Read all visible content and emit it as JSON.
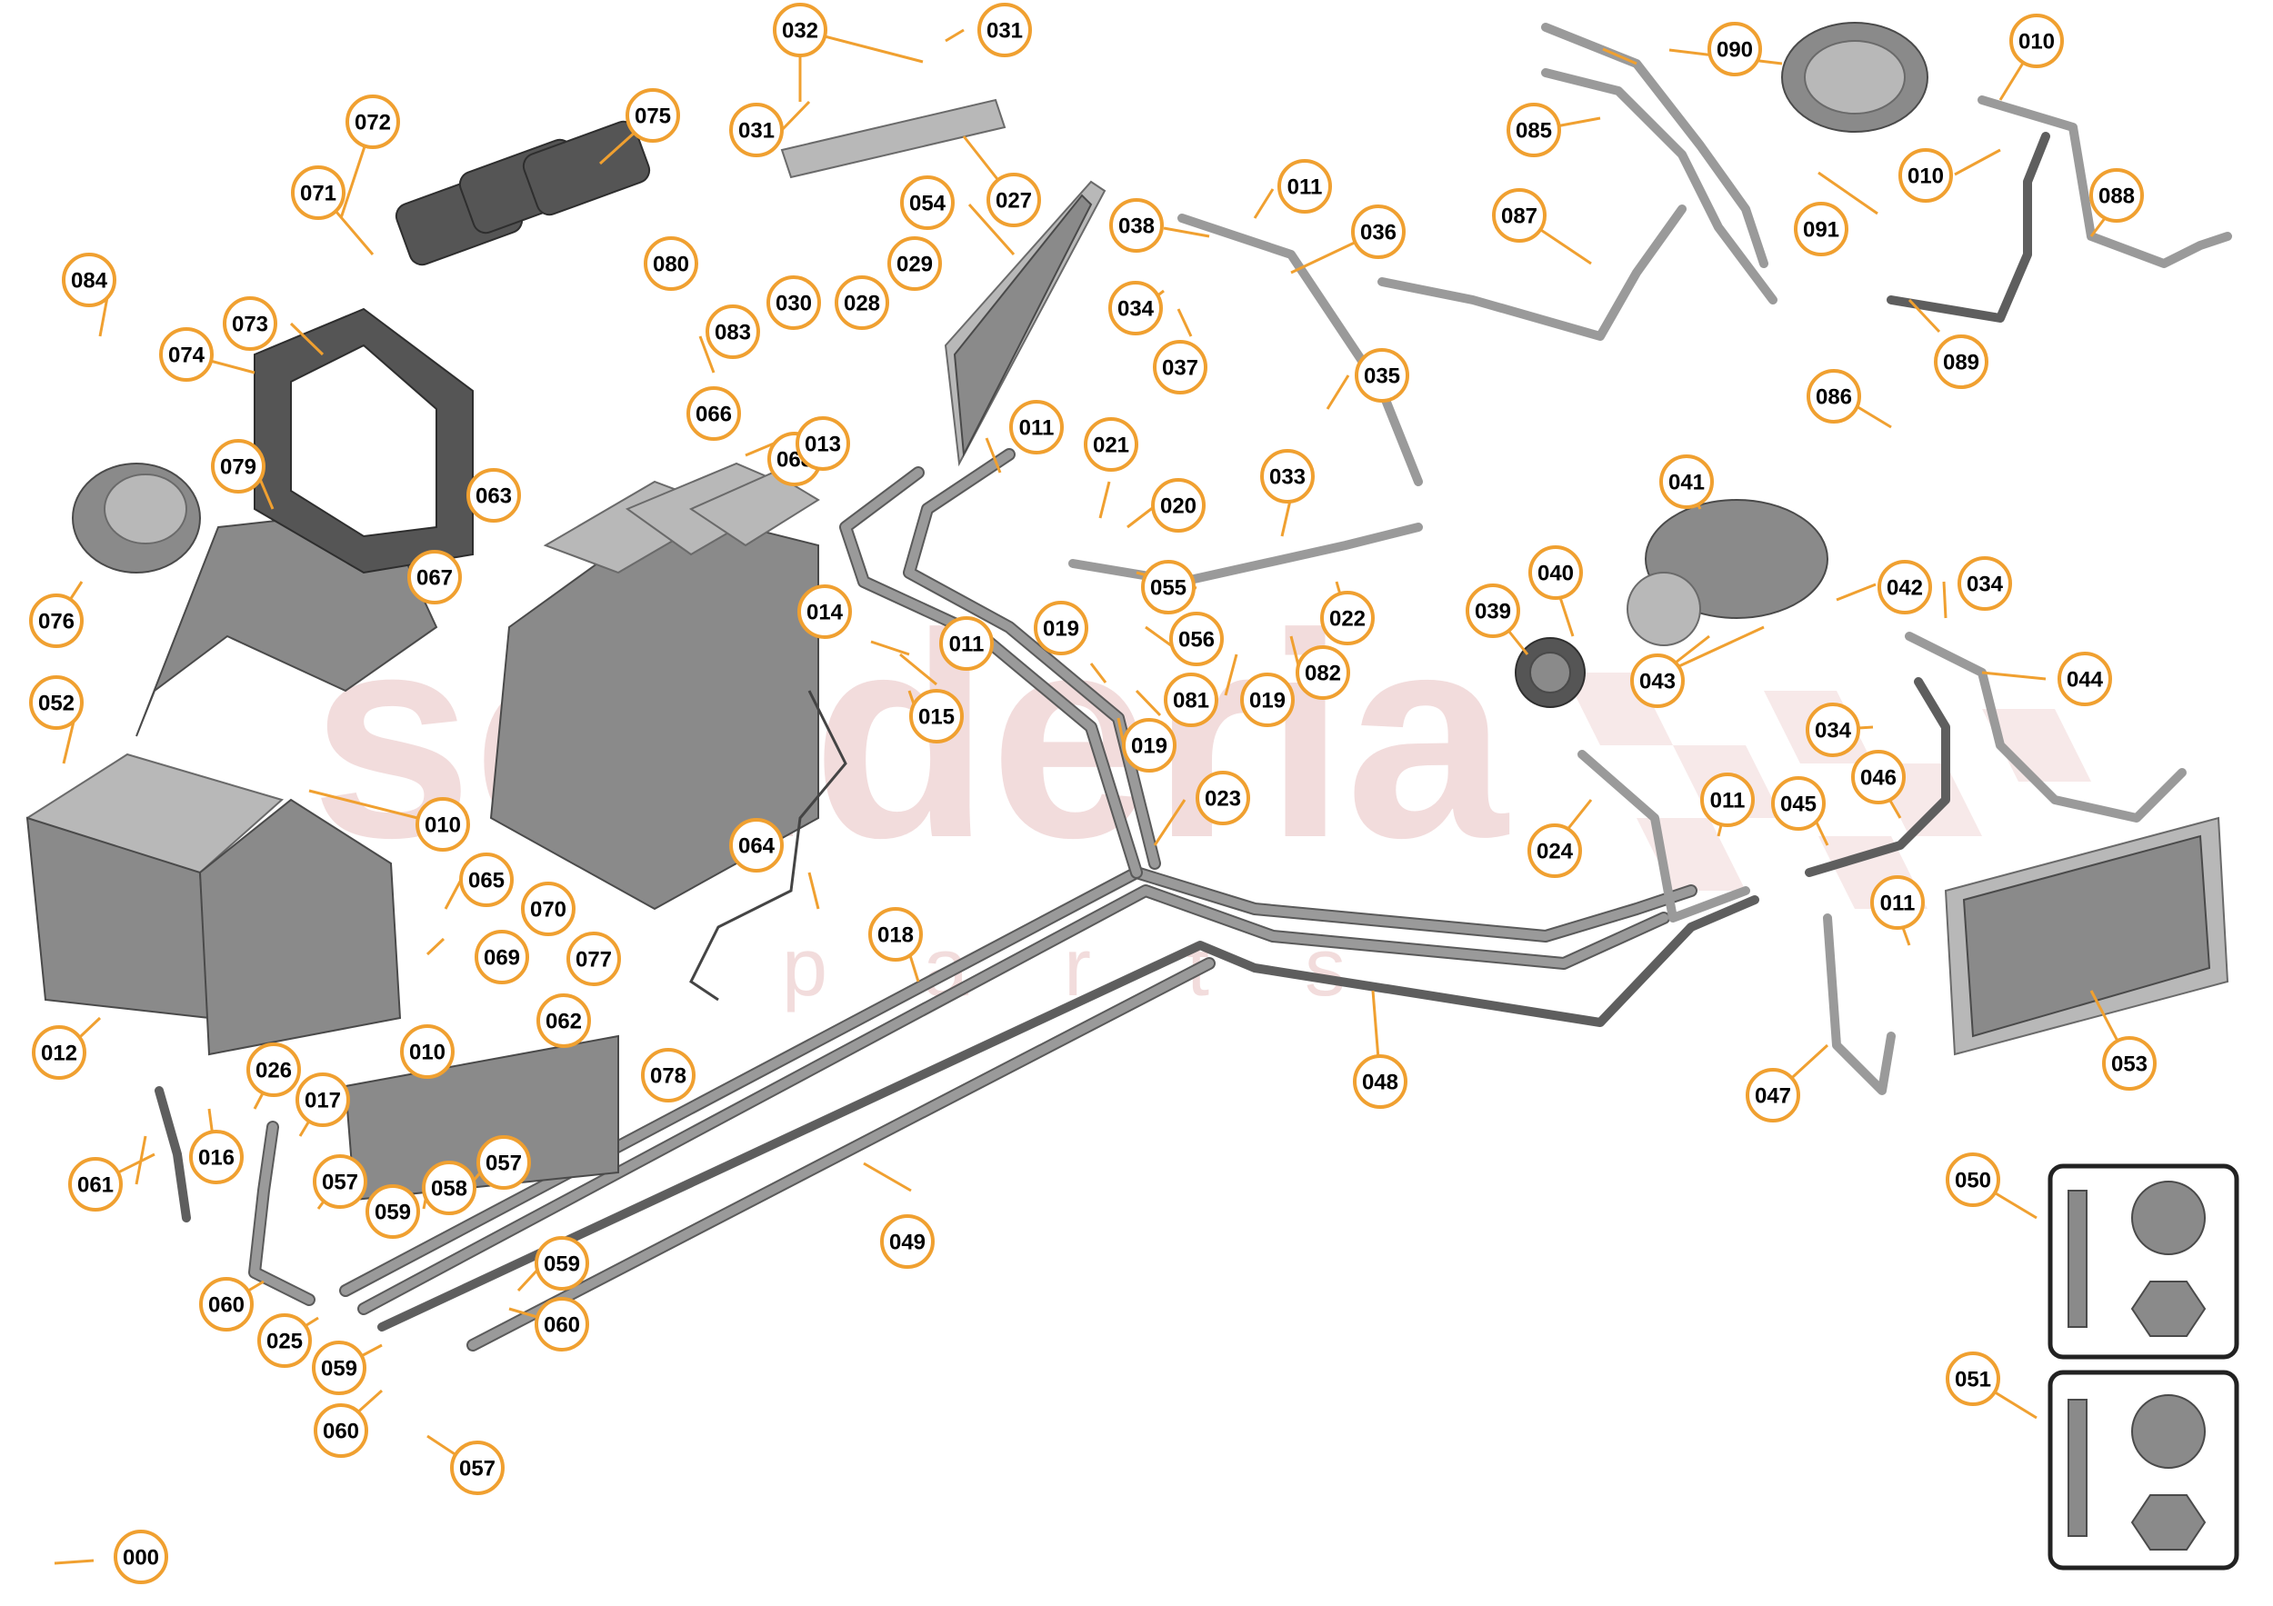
{
  "watermark": {
    "brand": "scuderia",
    "sub": "p a r t s"
  },
  "callouts": [
    "000",
    "010",
    "011",
    "012",
    "013",
    "014",
    "015",
    "016",
    "017",
    "018",
    "019",
    "020",
    "021",
    "022",
    "023",
    "024",
    "025",
    "026",
    "027",
    "028",
    "029",
    "030",
    "031",
    "032",
    "033",
    "034",
    "035",
    "036",
    "037",
    "038",
    "039",
    "040",
    "041",
    "042",
    "043",
    "044",
    "045",
    "046",
    "047",
    "048",
    "049",
    "050",
    "051",
    "052",
    "053",
    "054",
    "055",
    "056",
    "057",
    "058",
    "059",
    "060",
    "061",
    "062",
    "063",
    "064",
    "065",
    "066",
    "067",
    "068",
    "069",
    "070",
    "071",
    "072",
    "073",
    "074",
    "075",
    "076",
    "077",
    "078",
    "079",
    "080",
    "081",
    "082",
    "083",
    "084",
    "085",
    "086",
    "087",
    "088",
    "089",
    "090",
    "091"
  ],
  "colors": {
    "callout_ring": "#f0a030",
    "watermark": "#e8c0c0",
    "part_grey": "#8a8a8a"
  }
}
